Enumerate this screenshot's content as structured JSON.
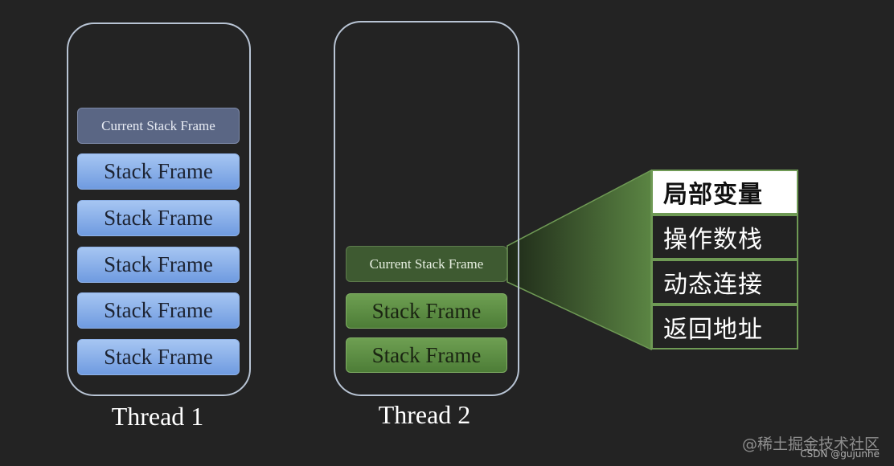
{
  "thread1": {
    "label": "Thread 1",
    "current_frame": "Current Stack Frame",
    "frames": [
      "Stack Frame",
      "Stack Frame",
      "Stack Frame",
      "Stack Frame",
      "Stack Frame"
    ]
  },
  "thread2": {
    "label": "Thread 2",
    "current_frame": "Current Stack Frame",
    "frames": [
      "Stack Frame",
      "Stack Frame"
    ]
  },
  "frame_detail": {
    "items": [
      "局部变量",
      "操作数栈",
      "动态连接",
      "返回地址"
    ]
  },
  "watermark": {
    "line1": "@稀土掘金技术社区",
    "line2": "CSDN @gujunhe"
  },
  "colors": {
    "background": "#232323",
    "thread_border": "#b8c4d4",
    "blue_frame": "#8ab0ea",
    "green_frame": "#5e8e45",
    "detail_border": "#6f9a55"
  }
}
